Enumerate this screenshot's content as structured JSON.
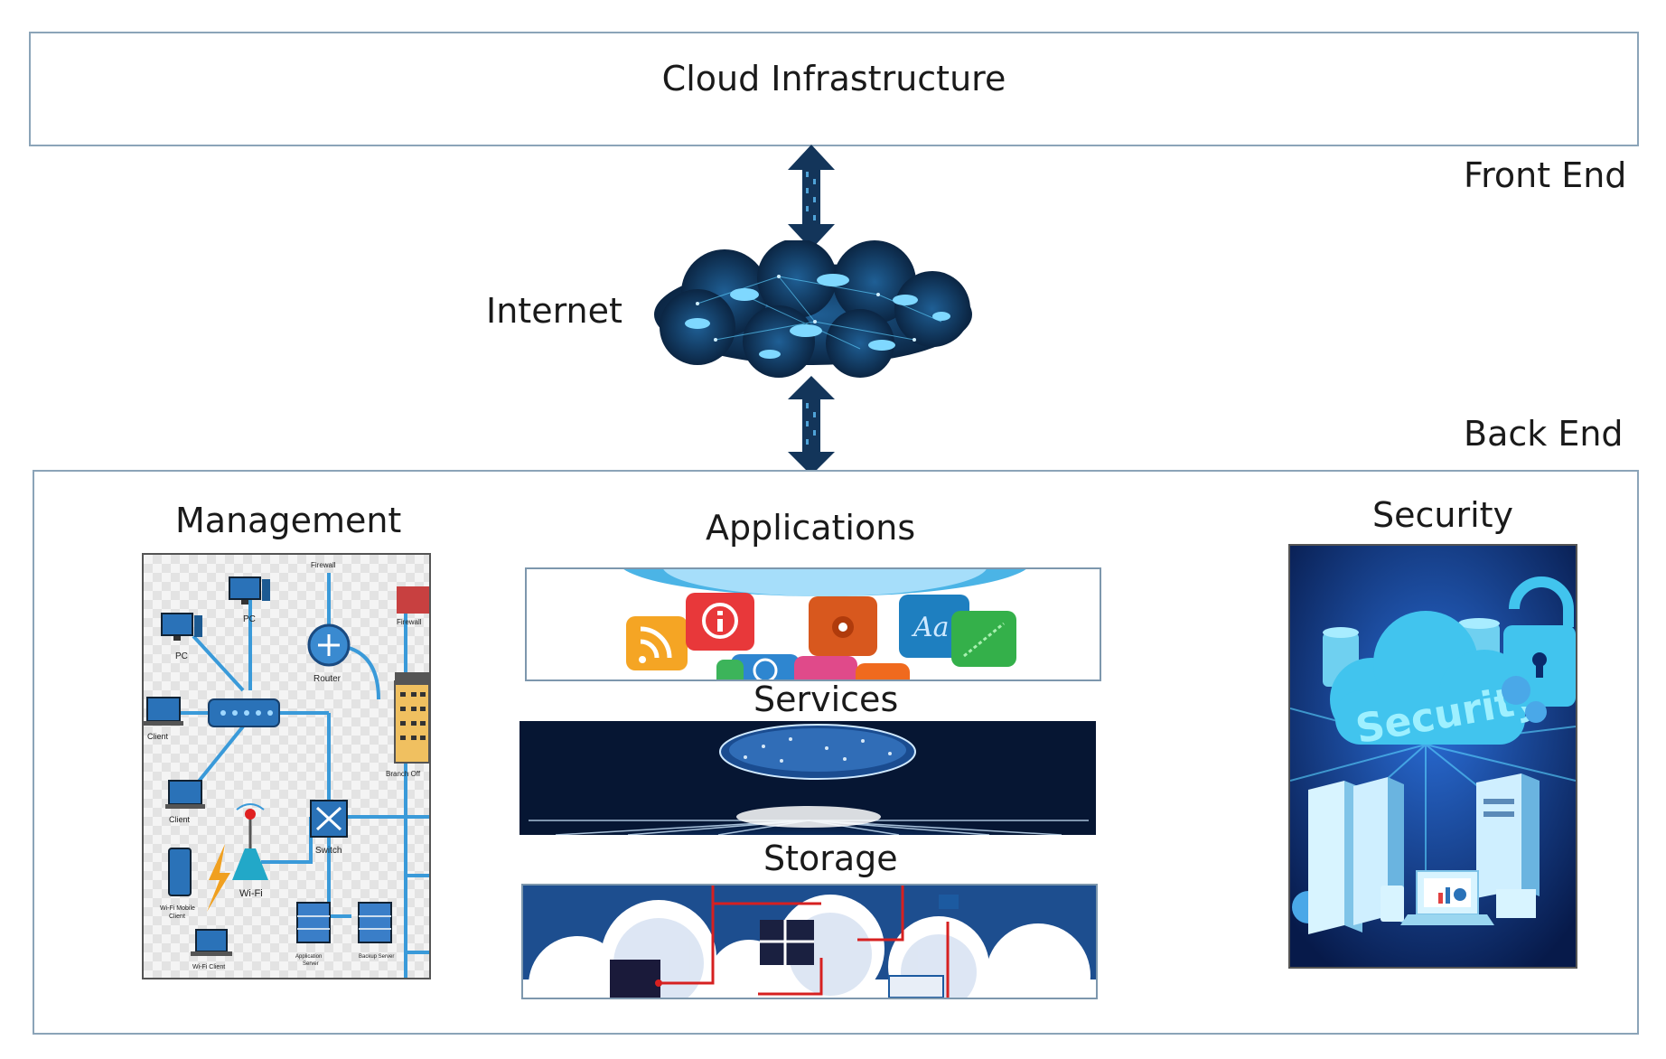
{
  "top_box": {
    "title": "Cloud Infrastructure"
  },
  "labels": {
    "front_end": "Front End",
    "internet": "Internet",
    "back_end": "Back End"
  },
  "back_end": {
    "management": {
      "title": "Management"
    },
    "applications": {
      "title": "Applications"
    },
    "services": {
      "title": "Services"
    },
    "storage": {
      "title": "Storage"
    },
    "security": {
      "title": "Security",
      "image_text": "Security"
    }
  },
  "network_diagram": {
    "nodes": [
      "Firewall",
      "PC",
      "PC",
      "Router",
      "Firewall",
      "Client",
      "Branch Off",
      "Client",
      "Wi-Fi",
      "Switch",
      "Wi-Fi Mobile Client",
      "Wi-Fi Client",
      "Application Server",
      "Backup Server"
    ]
  },
  "colors": {
    "border": "#8ba4b8",
    "cloud_dark": "#0b2a4a",
    "cloud_light": "#4fc3f7",
    "security_bg": "#0a2a6b",
    "storage_red": "#d62020"
  }
}
